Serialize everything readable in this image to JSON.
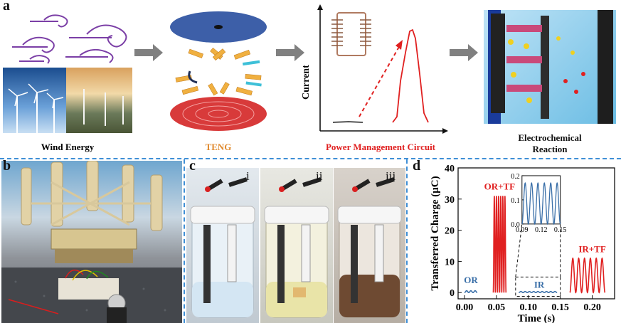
{
  "panel_a": {
    "label": "a",
    "wind_caption": "Wind Energy",
    "teng_caption": "TENG",
    "pmc_caption": "Power Management Circuit",
    "ec_caption_1": "Electrochemical",
    "ec_caption_2": "Reaction",
    "current_axis_label": "Current",
    "colors": {
      "wind": "#7b3fa6",
      "teng": "#e08a2e",
      "pmc": "#e02020"
    }
  },
  "panel_b": {
    "label": "b"
  },
  "panel_c": {
    "label": "c",
    "sub_labels": [
      "i",
      "ii",
      "iii"
    ]
  },
  "panel_d": {
    "label": "d",
    "ylabel": "Transferred Charge (μC)",
    "xlabel": "Time (s)",
    "annotations": {
      "or": "OR",
      "ortf": "OR+TF",
      "ir": "IR",
      "irtf": "IR+TF"
    }
  },
  "chart_data": {
    "type": "line",
    "xlabel": "Time (s)",
    "ylabel": "Transferred Charge (μC)",
    "xlim": [
      -0.01,
      0.235
    ],
    "ylim": [
      -2,
      40
    ],
    "xticks": [
      "0.00",
      "0.05",
      "0.10",
      "0.15",
      "0.20"
    ],
    "yticks": [
      "0",
      "10",
      "20",
      "30",
      "40"
    ],
    "series": [
      {
        "name": "OR",
        "color": "#3a6fa8",
        "x_range": [
          0.0,
          0.02
        ],
        "baseline": 0,
        "amplitude": 0.6,
        "cycles": 3
      },
      {
        "name": "OR+TF",
        "color": "#e02020",
        "x_range": [
          0.045,
          0.065
        ],
        "baseline": 0,
        "amplitude": 31,
        "cycles": 6
      },
      {
        "name": "IR",
        "color": "#3a6fa8",
        "x_range": [
          0.085,
          0.145
        ],
        "baseline": 0,
        "amplitude": 0.35,
        "cycles": 9
      },
      {
        "name": "IR+TF",
        "color": "#e02020",
        "x_range": [
          0.165,
          0.22
        ],
        "baseline": 0,
        "amplitude": 11,
        "cycles": 6
      }
    ],
    "inset": {
      "xlim": [
        0.09,
        0.15
      ],
      "ylim": [
        0.0,
        0.2
      ],
      "xticks": [
        "0.09",
        "0.12",
        "0.15"
      ],
      "yticks": [
        "0.0",
        "0.1",
        "0.2"
      ],
      "color": "#3a6fa8",
      "baseline": 0.0,
      "amplitude": 0.17,
      "cycles": 6
    }
  }
}
